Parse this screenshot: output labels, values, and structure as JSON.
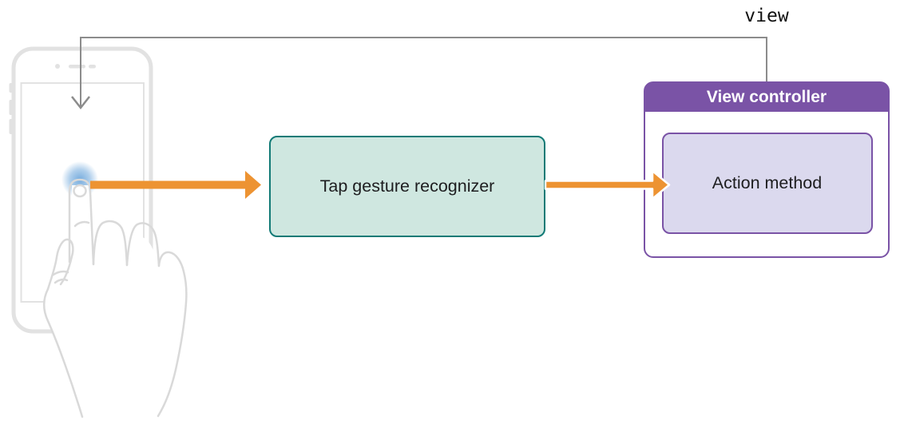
{
  "diagram": {
    "view_annotation": "view",
    "nodes": {
      "tap_recognizer": "Tap gesture recognizer",
      "view_controller": "View controller",
      "action_method": "Action method"
    }
  },
  "colors": {
    "orange": "#ed9332",
    "teal_border": "#117a76",
    "teal_fill": "#cfe7e0",
    "purple": "#7a53a6",
    "lavender": "#dbd9ee",
    "gray_line": "#8c8c8c",
    "phone_gray": "#e2e2e2",
    "hand_gray": "#d9d9d9",
    "touch_blue": "#6fa8dc"
  }
}
